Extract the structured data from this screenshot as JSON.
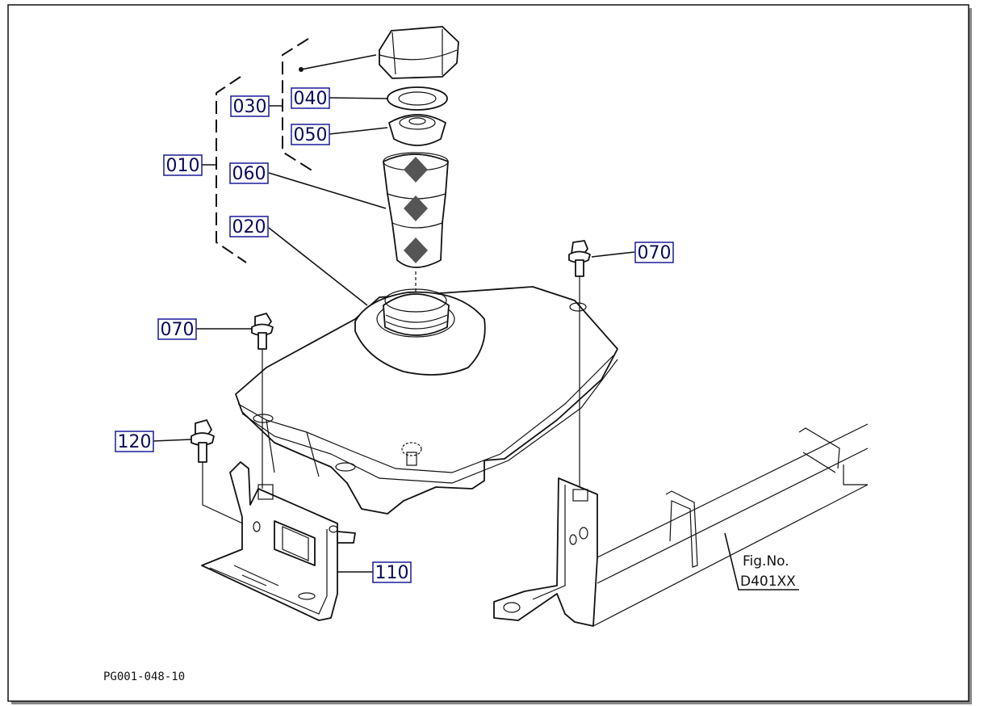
{
  "callouts": {
    "c010": "010",
    "c020": "020",
    "c030": "030",
    "c040": "040",
    "c050": "050",
    "c060": "060",
    "c070a": "070",
    "c070b": "070",
    "c110": "110",
    "c120": "120"
  },
  "figure_ref": {
    "line1": "Fig.No.",
    "line2": "D401XX"
  },
  "drawing_code": "PG001-048-10"
}
